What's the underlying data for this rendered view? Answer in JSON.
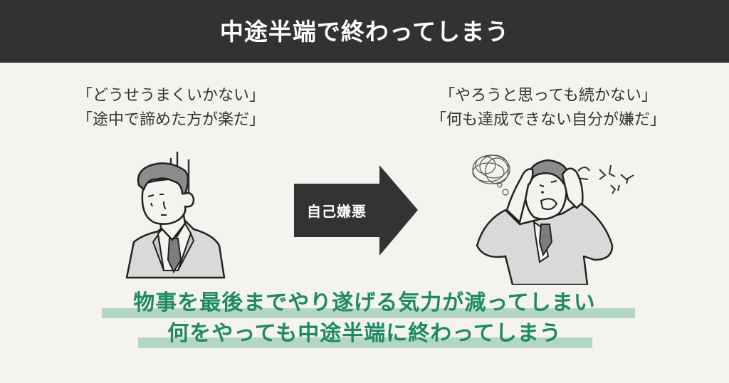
{
  "header": {
    "title": "中途半端で終わってしまう",
    "background": "#323232"
  },
  "left_panel": {
    "quotes": [
      "「どうせうまくいかない」",
      "「途中で諦めた方が楽だ」"
    ],
    "illustration": "dejected-businessman-icon"
  },
  "arrow": {
    "label": "自己嫌悪",
    "color": "#333333",
    "icon": "right-arrow-icon"
  },
  "right_panel": {
    "quotes": [
      "「やろうと思っても続かない」",
      "「何も達成できない自分が嫌だ」"
    ],
    "illustration": "frustrated-businessman-icon"
  },
  "conclusion": {
    "lines": [
      "物事を最後までやり遂げる気力が減ってしまい",
      "何をやっても中途半端に終わってしまう"
    ],
    "text_color": "#1e8a64",
    "highlight_color": "#b3d6c7"
  }
}
